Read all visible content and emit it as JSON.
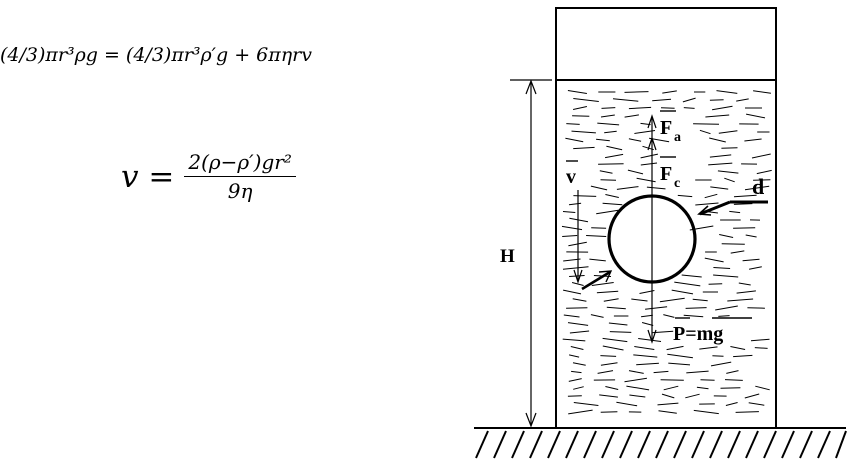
{
  "equations": {
    "balance": {
      "text": "(4/3)πr³ρg = (4/3)πr³ρ′g + 6πηrv"
    },
    "velocity": {
      "lhs": "v =",
      "numerator": "2(ρ−ρ′)gr²",
      "denominator": "9η"
    }
  },
  "diagram": {
    "labels": {
      "height": "H",
      "archimedes_force": "F",
      "archimedes_sub": "a",
      "drag_force": "F",
      "drag_sub": "c",
      "velocity": "v",
      "diameter": "d",
      "weight": "P=mg"
    },
    "colors": {
      "ink": "#000000",
      "background": "#ffffff"
    }
  }
}
